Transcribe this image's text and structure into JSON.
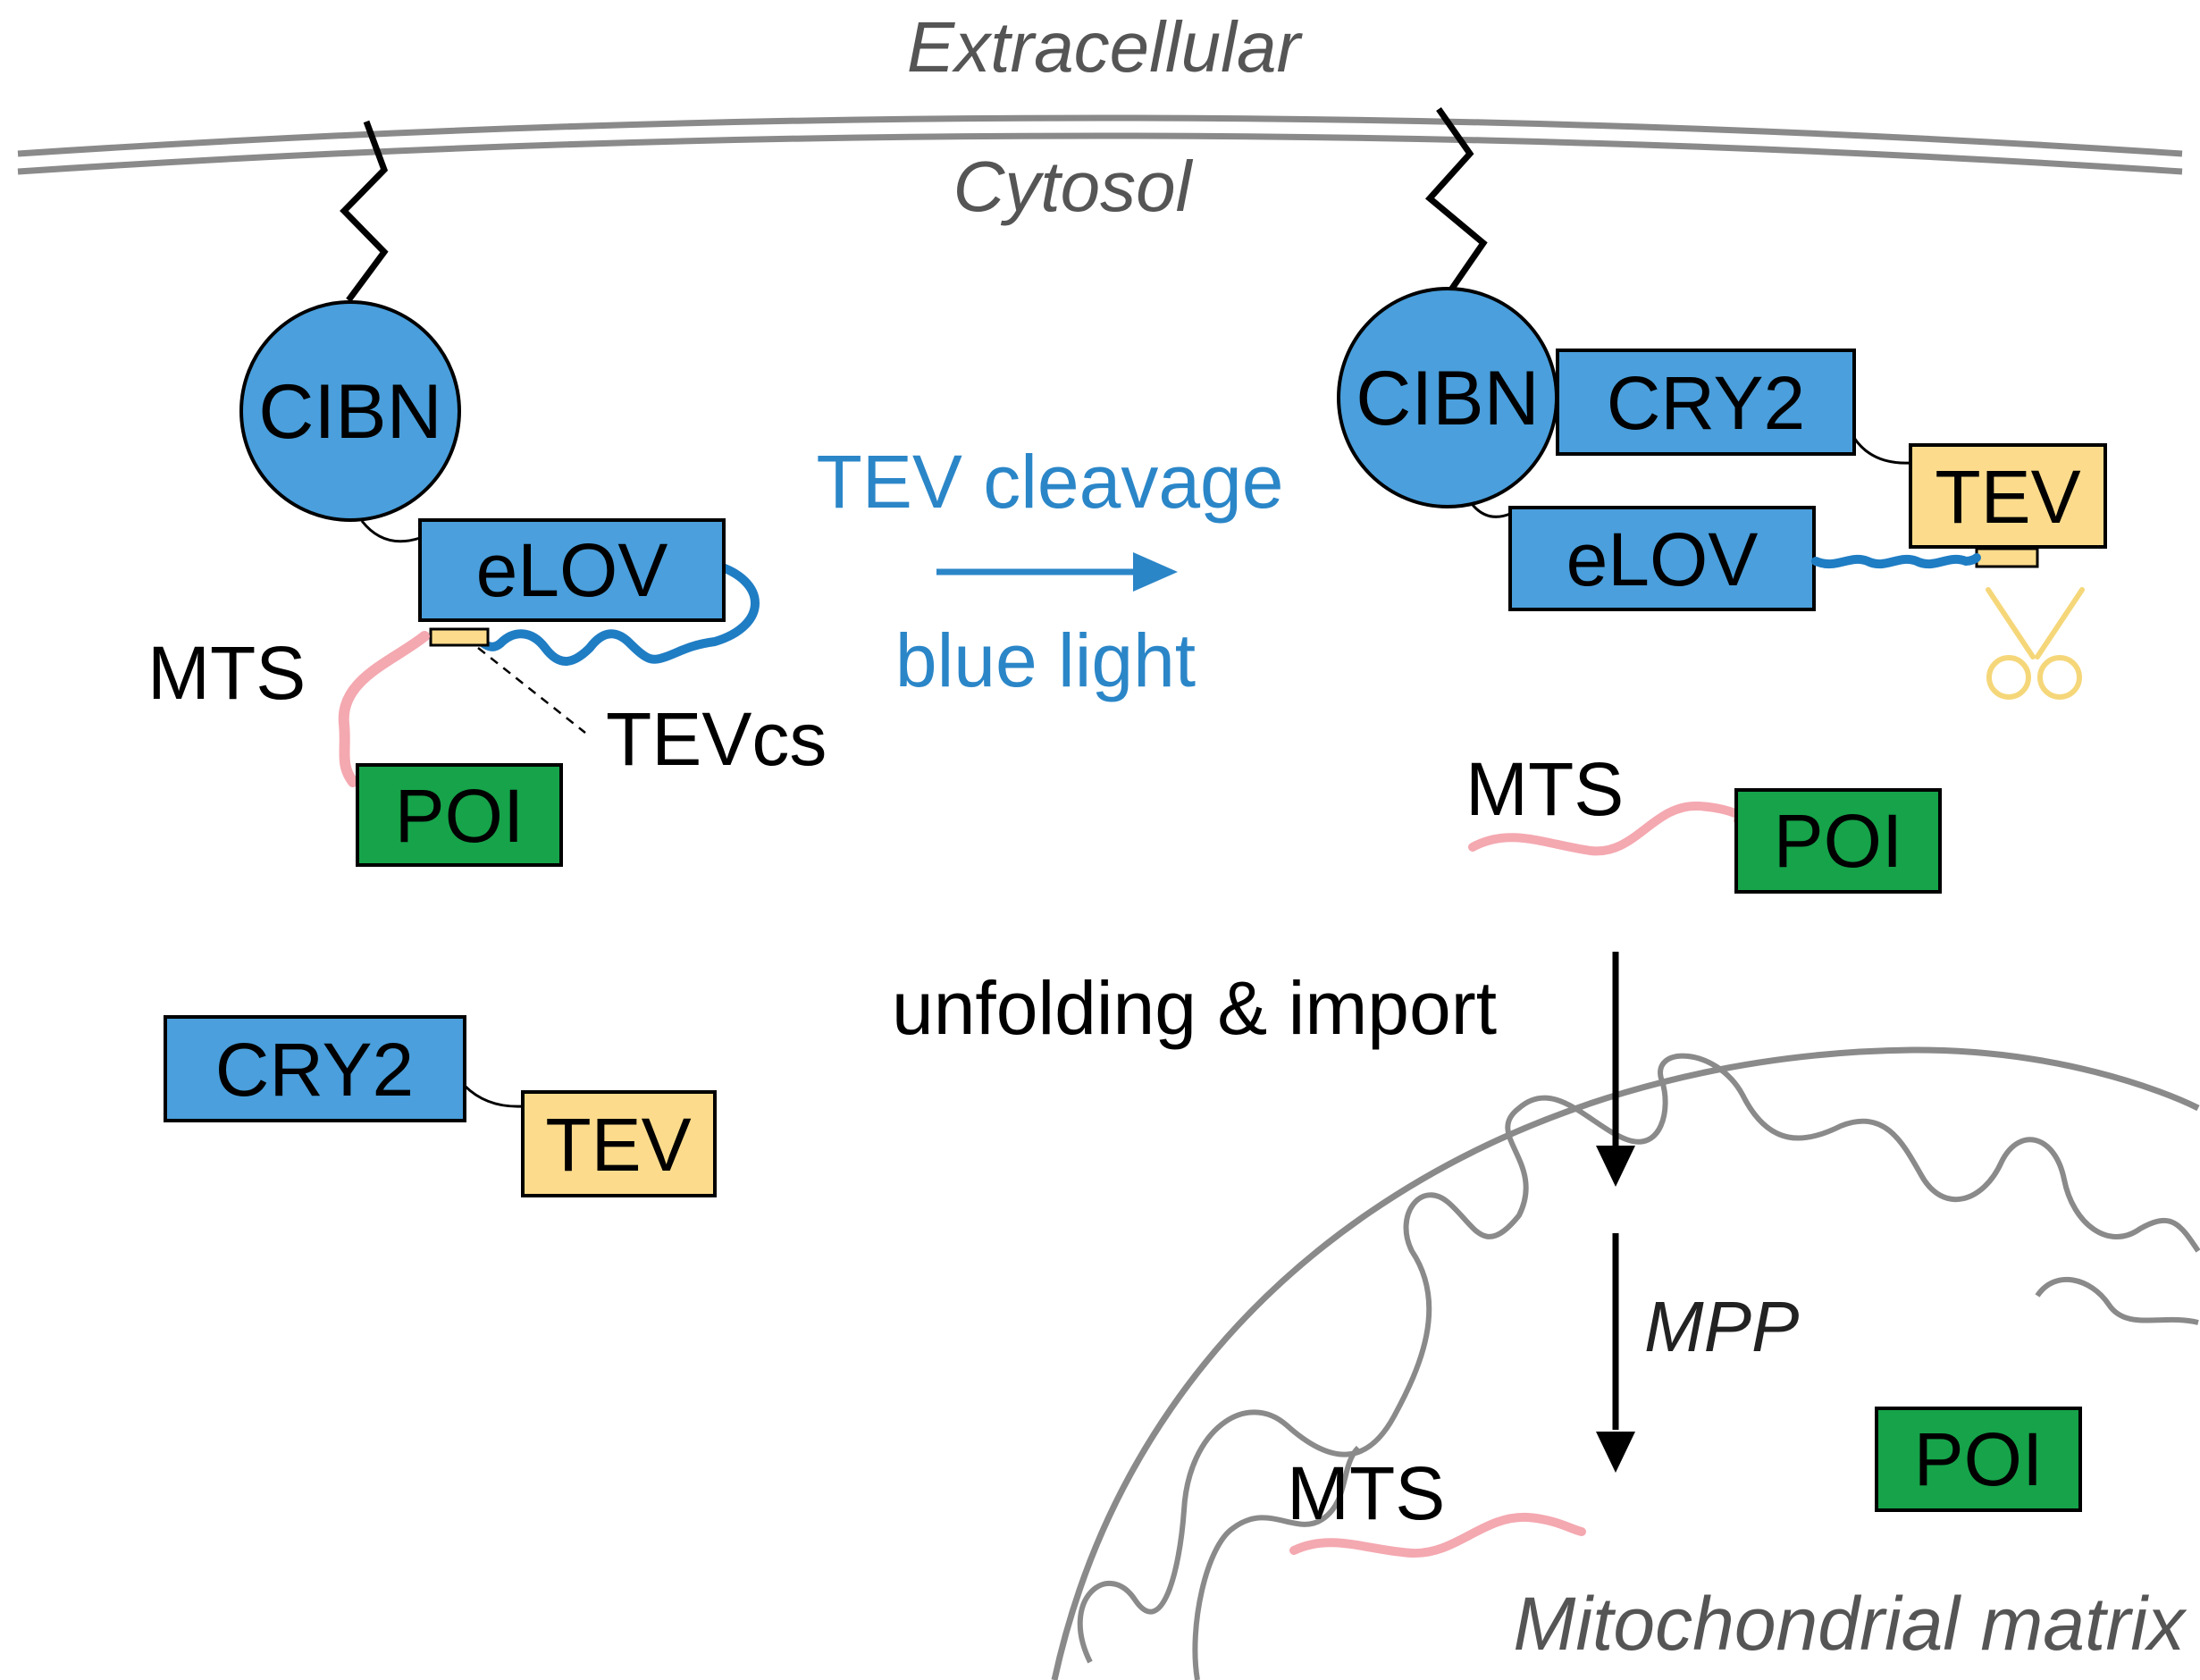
{
  "labels": {
    "extracellular": "Extracellular",
    "cytosol": "Cytosol",
    "mitochondrial_matrix": "Mitochondrial matrix"
  },
  "left": {
    "cibn": "CIBN",
    "elov": "eLOV",
    "mts": "MTS",
    "tevcs": "TEVcs",
    "poi": "POI",
    "cry2": "CRY2",
    "tev": "TEV"
  },
  "transition": {
    "line1": "TEV cleavage",
    "line2": "blue light"
  },
  "right": {
    "cibn": "CIBN",
    "cry2": "CRY2",
    "tev": "TEV",
    "elov": "eLOV",
    "mts": "MTS",
    "poi": "POI"
  },
  "import": {
    "step1": "unfolding & import",
    "step2": "MPP",
    "mts": "MTS",
    "poi": "POI"
  },
  "colors": {
    "blue": "#4a9fdc",
    "green": "#16a34a",
    "yellow": "#fcdc8c",
    "pink": "#f4a8b0",
    "text_blue": "#2b86c8",
    "gray": "#888888"
  }
}
